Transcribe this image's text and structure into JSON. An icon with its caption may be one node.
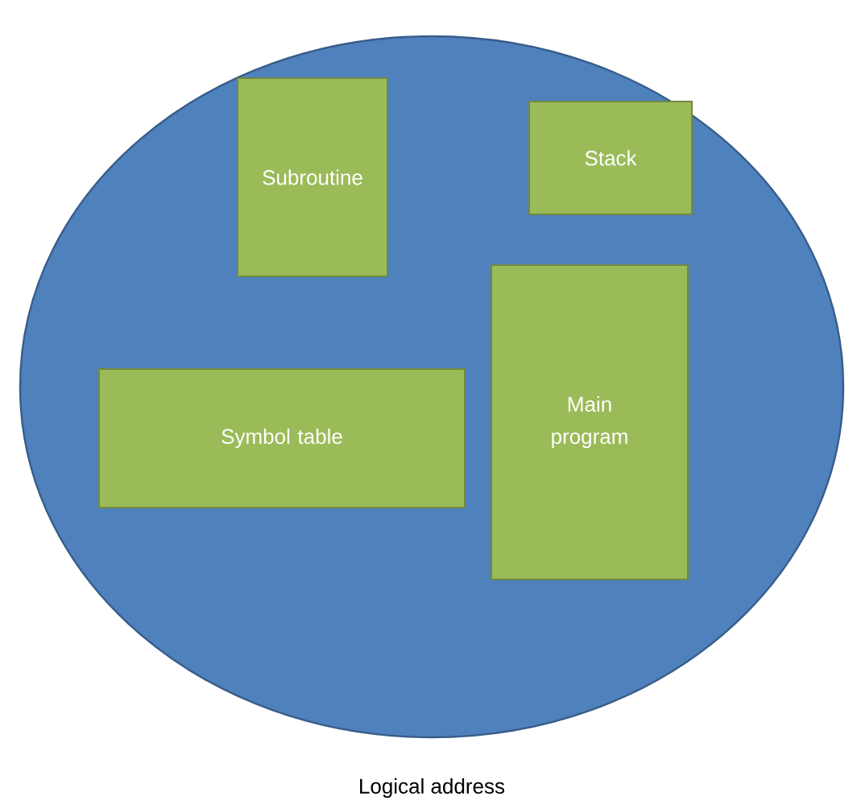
{
  "diagram": {
    "nodes": [
      {
        "text": [
          "Logical address"
        ]
      },
      {
        "text": [
          "Subroutine"
        ],
        "in": 0
      },
      {
        "text": [
          "Stack"
        ],
        "in": 0
      },
      {
        "text": [
          "Symbol table"
        ],
        "in": 0
      },
      {
        "text": [
          "Main program"
        ],
        "in": 0
      }
    ]
  }
}
